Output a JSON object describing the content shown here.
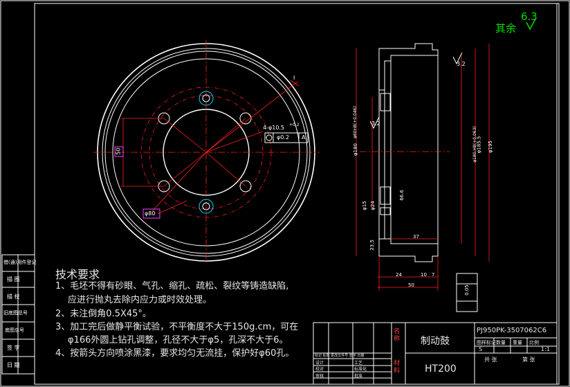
{
  "roughness": {
    "label": "其余",
    "value": "6.3"
  },
  "tech_requirements": {
    "title": "技术要求",
    "items": [
      "1、毛坯不得有砂眼、气孔、缩孔、疏松、裂纹等铸造缺陷,",
      "应进行抛丸去除内应力或时效处理。",
      "2、未注倒角0.5X45°。",
      "3、加工完后做静平衡试验，不平衡度不大于150g.cm，可在",
      "φ166外圆上钻孔调整，孔径不大于φ5，孔深不大于6。",
      "4、按箭头方向喷涂黑漆，要求均匀无流挂，保护好φ60孔。"
    ]
  },
  "front_view": {
    "hole_callout": "4-φ10.5",
    "hole_tolerance": "+0.2",
    "position_tol": "φ0.2",
    "datum": "A",
    "pcd": "φ80",
    "dim_50": "50",
    "section_mark": "I"
  },
  "section_view": {
    "dims": {
      "d180": "φ180",
      "d60": "φ60H8(+0.046)",
      "d180h8": "φ180.H8(+0.063)",
      "d185": "φ185.5",
      "d195": "φ195",
      "d15": "φ15",
      "d24": "φ24",
      "d235": "23.5",
      "w37": "37",
      "w24": "24",
      "w10": "10",
      "w7": "7",
      "w50": "50",
      "r66": "66.6",
      "runout": "0.05",
      "ra1": "3.2",
      "ra2": "3.2"
    }
  },
  "left_strip": [
    "借(通)用件登记",
    "描 图",
    "描 校",
    "旧底图总号",
    "底图总号",
    "签 字",
    "日 期"
  ],
  "title_block": {
    "drawing_no": "PJ950PK-3507062C6",
    "part_name": "制动鼓",
    "material": "HT200",
    "name_label": "名称",
    "material_label": "材料",
    "stage_headers": [
      "图样标记",
      "数量",
      "重量",
      "比例"
    ],
    "stage_mark": "S",
    "scale": "1:1",
    "sheet_labels": [
      "共 张",
      "第 张"
    ],
    "sign_rows": [
      "设计",
      "校对",
      "审核",
      "工艺",
      "标准化",
      "批准"
    ],
    "revision_header": "标记 处数 更改文件号 签字 日期"
  },
  "colors": {
    "bg": "#000000",
    "line": "#ffffff",
    "red": "#ff2020",
    "green": "#00e000",
    "magenta": "#ff40ff",
    "yellow": "#ffff00",
    "cyan": "#00e0ff"
  }
}
